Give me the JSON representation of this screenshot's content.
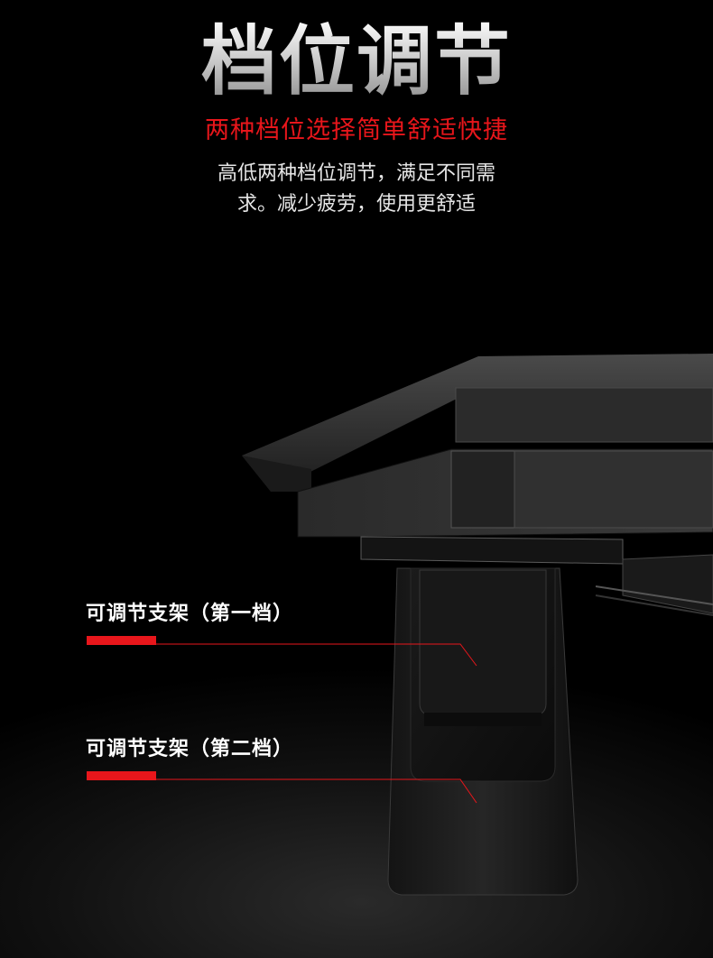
{
  "header": {
    "title": "档位调节",
    "subtitle": "两种档位选择简单舒适快捷",
    "description_line1": "高低两种档位调节，满足不同需",
    "description_line2": "求。减少疲劳，使用更舒适"
  },
  "callouts": [
    {
      "label": "可调节支架（第一档）"
    },
    {
      "label": "可调节支架（第二档）"
    }
  ],
  "colors": {
    "accent_red": "#e8161b",
    "background": "#000000",
    "text_white": "#ffffff"
  },
  "product_image": {
    "icon": "adjustable-stand-product-photo"
  }
}
